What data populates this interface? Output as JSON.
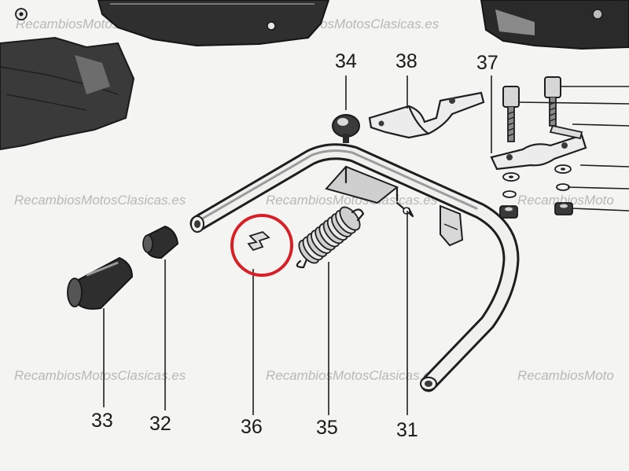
{
  "diagram": {
    "part_labels": [
      {
        "id": "label-34",
        "text": "34"
      },
      {
        "id": "label-38",
        "text": "38"
      },
      {
        "id": "label-37",
        "text": "37"
      },
      {
        "id": "label-33",
        "text": "33"
      },
      {
        "id": "label-32",
        "text": "32"
      },
      {
        "id": "label-36",
        "text": "36"
      },
      {
        "id": "label-35",
        "text": "35"
      },
      {
        "id": "label-31",
        "text": "31"
      }
    ],
    "watermark": "RecambiosMotosClasicas.es",
    "watermark_partial": "RecambiosMoto",
    "highlight": {
      "part": "36",
      "color": "#d81f26"
    }
  }
}
